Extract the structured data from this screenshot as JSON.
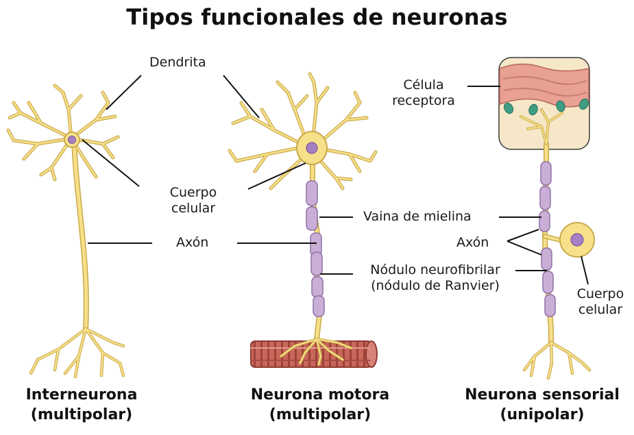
{
  "title": "Tipos funcionales de neuronas",
  "labels": {
    "dendrita": "Dendrita",
    "cuerpo_celular_1": "Cuerpo",
    "cuerpo_celular_2": "celular",
    "axon_left": "Axón",
    "celula_receptora_1": "Célula",
    "celula_receptora_2": "receptora",
    "vaina_mielina": "Vaina de mielina",
    "axon_right": "Axón",
    "nodulo_1": "Nódulo neurofibrilar",
    "nodulo_2": "(nódulo de Ranvier)",
    "cuerpo_sensorial_1": "Cuerpo",
    "cuerpo_sensorial_2": "celular"
  },
  "neurons": [
    {
      "name": "Interneurona",
      "type": "(multipolar)"
    },
    {
      "name": "Neurona motora",
      "type": "(multipolar)"
    },
    {
      "name": "Neurona sensorial",
      "type": "(unipolar)"
    }
  ],
  "colors": {
    "neuron_fill": "#F7E08A",
    "neuron_outline": "#C9A94A",
    "nucleus": "#A77FC4",
    "myelin": "#C9AFD6",
    "muscle": "#C8665A",
    "skin": "#E8A192",
    "receptor": "#3E9E83"
  }
}
